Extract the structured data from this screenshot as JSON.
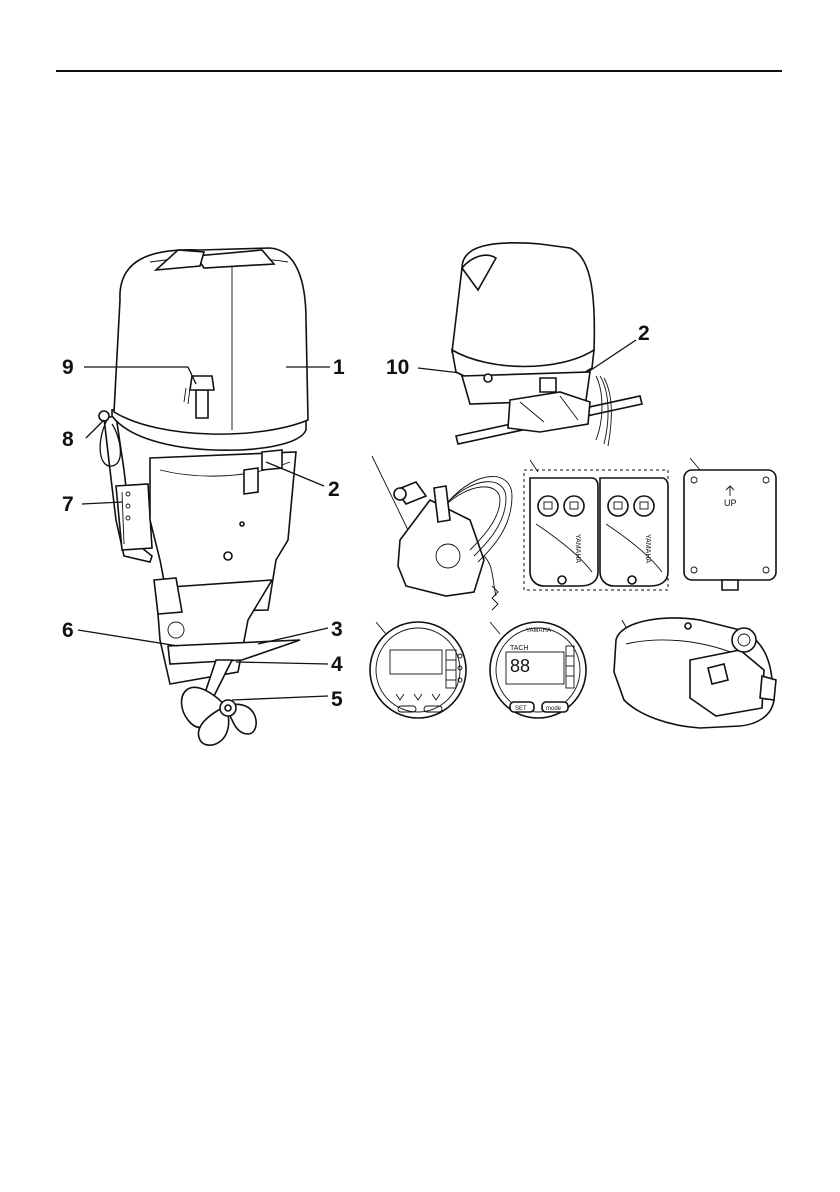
{
  "callouts": {
    "c1": "1",
    "c2_left": "2",
    "c2_right": "2",
    "c3": "3",
    "c4": "4",
    "c5": "5",
    "c6": "6",
    "c7": "7",
    "c8": "8",
    "c9": "9",
    "c10": "10"
  },
  "panel_text": {
    "tach_label": "TACH",
    "tach_digits": "88",
    "set_button": "SET",
    "mode_button": "mode",
    "brand_meter": "YAMAHA",
    "brand_switch": "YAMAHA",
    "up_label": "UP"
  },
  "icons": [
    "outboard-motor",
    "remote-control-box",
    "trim-switch-panel",
    "cover-plate",
    "speedometer-gauge",
    "tachometer-gauge",
    "fuel-tank"
  ]
}
